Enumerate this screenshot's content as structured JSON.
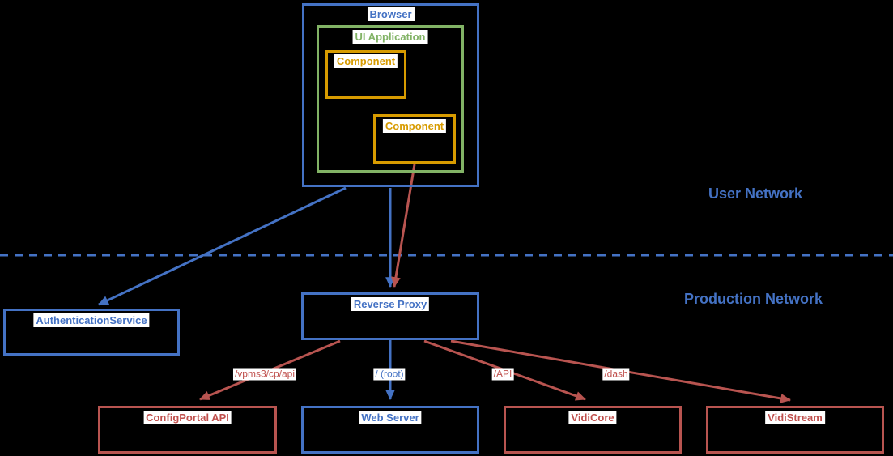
{
  "diagram": {
    "zones": {
      "user_network": "User Network",
      "production_network": "Production Network"
    },
    "nodes": {
      "browser": "Browser",
      "ui_application": "UI Application",
      "component1": "Component",
      "component2": "Component",
      "auth_service": "AuthenticationService",
      "reverse_proxy": "Reverse Proxy",
      "configportal_api": "ConfigPortal API",
      "web_server": "Web Server",
      "vidicore": "VidiCore",
      "vidistream": "VidiStream"
    },
    "edge_labels": {
      "configportal": "/vpms3/cp/api",
      "root": "/ (root)",
      "api": "/API",
      "dash": "/dash"
    },
    "edges": [
      {
        "from": "Browser",
        "to": "AuthenticationService",
        "color": "#4472C4",
        "label": ""
      },
      {
        "from": "Browser",
        "to": "Reverse Proxy",
        "color": "#4472C4",
        "label": ""
      },
      {
        "from": "Component",
        "to": "Reverse Proxy",
        "color": "#B85450",
        "label": ""
      },
      {
        "from": "Reverse Proxy",
        "to": "ConfigPortal API",
        "color": "#B85450",
        "label": "/vpms3/cp/api"
      },
      {
        "from": "Reverse Proxy",
        "to": "Web Server",
        "color": "#4472C4",
        "label": "/ (root)"
      },
      {
        "from": "Reverse Proxy",
        "to": "VidiCore",
        "color": "#B85450",
        "label": "/API"
      },
      {
        "from": "Reverse Proxy",
        "to": "VidiStream",
        "color": "#B85450",
        "label": "/dash"
      }
    ],
    "colors": {
      "blue": "#4472C4",
      "green": "#82B366",
      "orange": "#D79B00",
      "red_border": "#B85450",
      "red_text": "#C0504D",
      "background": "#000000",
      "label_chip": "#FFFFFF"
    }
  }
}
